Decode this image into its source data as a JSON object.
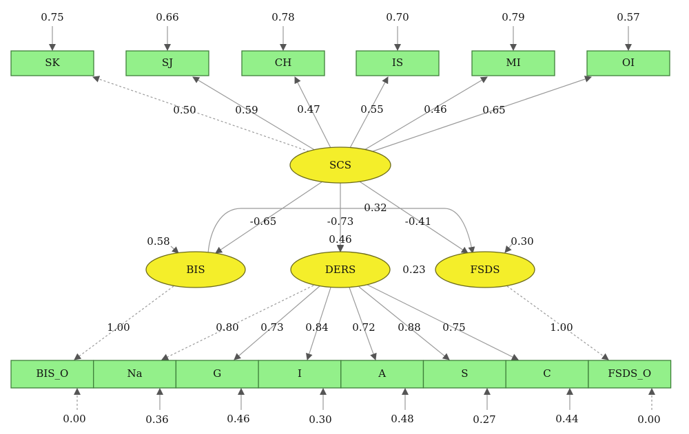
{
  "colors": {
    "box_fill": "#93f08a",
    "box_stroke": "#3f7f3a",
    "ellipse_fill": "#f4ee2a",
    "ellipse_stroke": "#6b6a1a",
    "line": "#9a9a9a",
    "arrow": "#555555"
  },
  "observed_top": [
    {
      "id": "SK",
      "label": "SK",
      "error": "0.75"
    },
    {
      "id": "SJ",
      "label": "SJ",
      "error": "0.66"
    },
    {
      "id": "CH",
      "label": "CH",
      "error": "0.78"
    },
    {
      "id": "IS",
      "label": "IS",
      "error": "0.70"
    },
    {
      "id": "MI",
      "label": "MI",
      "error": "0.79"
    },
    {
      "id": "OI",
      "label": "OI",
      "error": "0.57"
    }
  ],
  "latent": [
    {
      "id": "SCS",
      "label": "SCS"
    },
    {
      "id": "BIS",
      "label": "BIS",
      "error": "0.58"
    },
    {
      "id": "DERS",
      "label": "DERS",
      "error": "0.46"
    },
    {
      "id": "FSDS",
      "label": "FSDS",
      "error": "0.30"
    }
  ],
  "observed_bottom": [
    {
      "id": "BIS_O",
      "label": "BIS_O",
      "error": "0.00"
    },
    {
      "id": "Na",
      "label": "Na",
      "error": "0.36"
    },
    {
      "id": "G",
      "label": "G",
      "error": "0.46"
    },
    {
      "id": "I",
      "label": "I",
      "error": "0.30"
    },
    {
      "id": "A",
      "label": "A",
      "error": "0.48"
    },
    {
      "id": "S",
      "label": "S",
      "error": "0.27"
    },
    {
      "id": "C",
      "label": "C",
      "error": "0.44"
    },
    {
      "id": "FSDS_O",
      "label": "FSDS_O",
      "error": "0.00"
    }
  ],
  "paths": [
    {
      "from": "SCS",
      "to": "SK",
      "coef": "0.50",
      "style": "dashed"
    },
    {
      "from": "SCS",
      "to": "SJ",
      "coef": "0.59",
      "style": "solid"
    },
    {
      "from": "SCS",
      "to": "CH",
      "coef": "0.47",
      "style": "solid"
    },
    {
      "from": "SCS",
      "to": "IS",
      "coef": "0.55",
      "style": "solid"
    },
    {
      "from": "SCS",
      "to": "MI",
      "coef": "0.46",
      "style": "solid"
    },
    {
      "from": "SCS",
      "to": "OI",
      "coef": "0.65",
      "style": "solid"
    },
    {
      "from": "SCS",
      "to": "BIS",
      "coef": "-0.65",
      "style": "solid"
    },
    {
      "from": "SCS",
      "to": "DERS",
      "coef": "-0.73",
      "style": "solid"
    },
    {
      "from": "SCS",
      "to": "FSDS",
      "coef": "-0.41",
      "style": "solid"
    },
    {
      "from": "BIS",
      "to": "FSDS",
      "coef": "0.32",
      "style": "solid",
      "curved": true
    },
    {
      "from": "DERS",
      "to": "FSDS",
      "coef": "0.23",
      "style": "none"
    },
    {
      "from": "BIS",
      "to": "BIS_O",
      "coef": "1.00",
      "style": "dashed"
    },
    {
      "from": "DERS",
      "to": "Na",
      "coef": "0.80",
      "style": "dashed"
    },
    {
      "from": "DERS",
      "to": "G",
      "coef": "0.73",
      "style": "solid"
    },
    {
      "from": "DERS",
      "to": "I",
      "coef": "0.84",
      "style": "solid"
    },
    {
      "from": "DERS",
      "to": "A",
      "coef": "0.72",
      "style": "solid"
    },
    {
      "from": "DERS",
      "to": "S",
      "coef": "0.88",
      "style": "solid"
    },
    {
      "from": "DERS",
      "to": "C",
      "coef": "0.75",
      "style": "solid"
    },
    {
      "from": "FSDS",
      "to": "FSDS_O",
      "coef": "1.00",
      "style": "dashed"
    }
  ]
}
